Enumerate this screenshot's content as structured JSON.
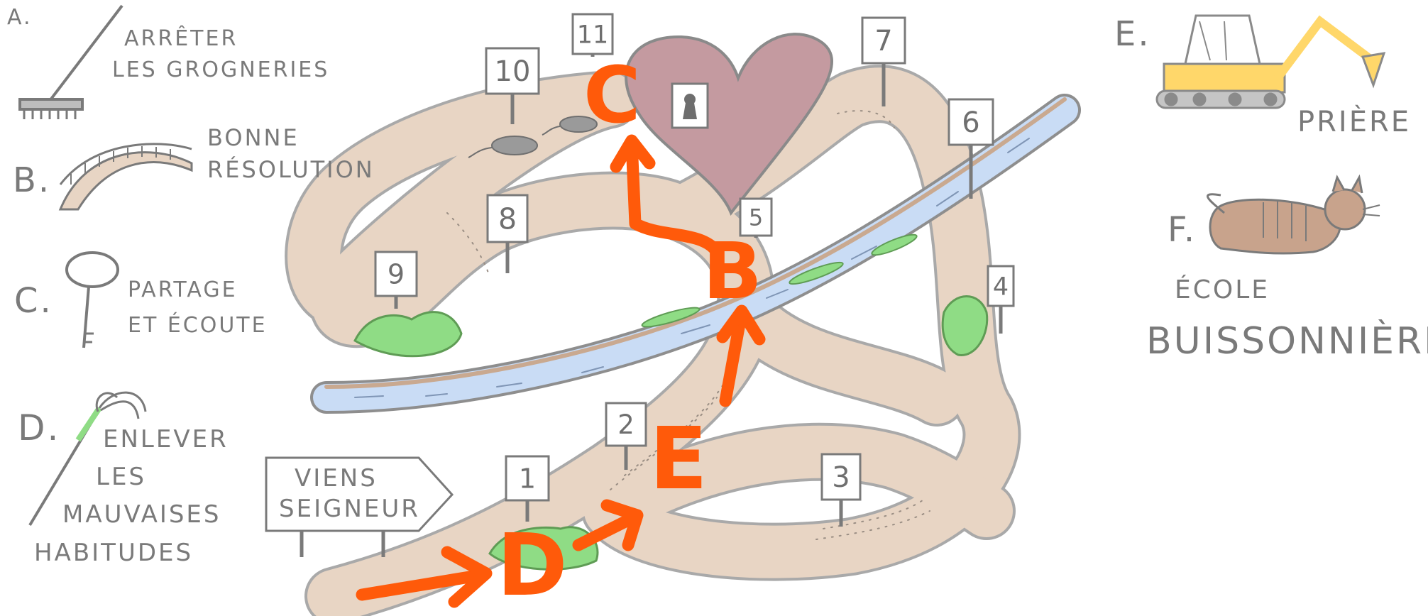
{
  "legend": {
    "a": {
      "letter": "A.",
      "line1": "ARRÊTER",
      "line2": "LES GROGNERIES"
    },
    "b": {
      "letter": "B.",
      "line1": "BONNE",
      "line2": "RÉSOLUTION"
    },
    "c": {
      "letter": "C.",
      "line1": "PARTAGE",
      "line2": "ET ÉCOUTE"
    },
    "d": {
      "letter": "D.",
      "line1": "ENLEVER",
      "line2": "LES",
      "line3": "MAUVAISES",
      "line4": "HABITUDES"
    },
    "e": {
      "letter": "E.",
      "label": "PRIÈRE"
    },
    "f": {
      "letter": "F.",
      "line1": "ÉCOLE",
      "line2": "BUISSONNIÈRE"
    }
  },
  "sign": {
    "line1": "VIENS",
    "line2": "SEIGNEUR"
  },
  "markers": [
    "1",
    "2",
    "3",
    "4",
    "5",
    "6",
    "7",
    "8",
    "9",
    "10",
    "11"
  ],
  "path_letters": {
    "b": "B",
    "c": "C",
    "d": "D",
    "e": "E"
  },
  "colors": {
    "road": "#e8d5c4",
    "road_edge": "#a9a9a9",
    "river": "#c9dcf5",
    "heart": "#c49aa0",
    "grass": "#8fdc85",
    "grass_edge": "#5f9c55",
    "arrow": "#ff5a0a",
    "ink": "#7a7a7a"
  },
  "icons": [
    "rake-icon",
    "bridge-icon",
    "key-icon",
    "brush-icon",
    "excavator-icon",
    "cat-icon",
    "mouse-icon",
    "crocodile-icon",
    "keyhole-icon"
  ]
}
